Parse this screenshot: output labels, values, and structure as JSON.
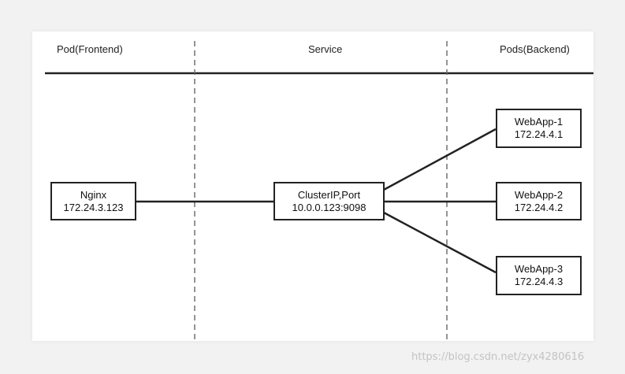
{
  "headers": {
    "frontend": "Pod(Frontend)",
    "service": "Service",
    "backend": "Pods(Backend)"
  },
  "nodes": {
    "nginx": {
      "name": "Nginx",
      "addr": "172.24.3.123"
    },
    "cluster": {
      "name": "ClusterIP,Port",
      "addr": "10.0.0.123:9098"
    },
    "webapp1": {
      "name": "WebApp-1",
      "addr": "172.24.4.1"
    },
    "webapp2": {
      "name": "WebApp-2",
      "addr": "172.24.4.2"
    },
    "webapp3": {
      "name": "WebApp-3",
      "addr": "172.24.4.3"
    }
  },
  "watermark": "https://blog.csdn.net/zyx4280616"
}
